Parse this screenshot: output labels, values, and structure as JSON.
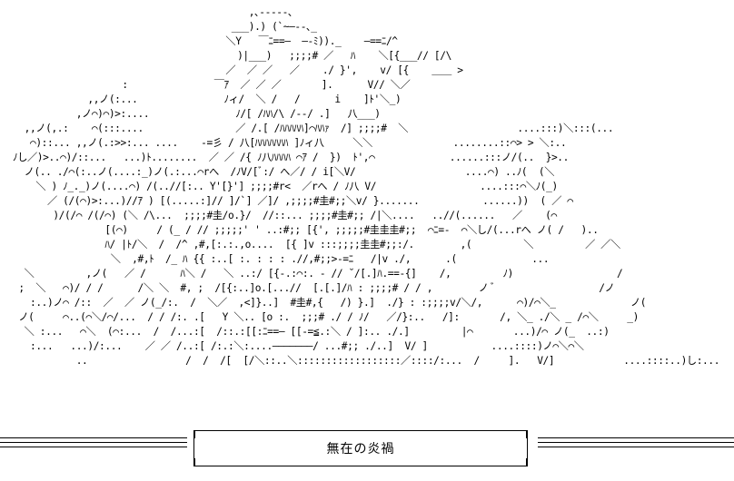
{
  "artwork": {
    "lines": [
      "                                         ,､-----､",
      "                                      ___).) (`~―--､_",
      "                                     ＼Y   ￣ﾆ==―  ―-ﾐ))._    ―==ﾆ/^",
      "                                       )|___)   ;;;;# ／   ﾊ    ＼[{___// [/\\",
      "                                     ／  ／ ／   ／    ./ }',    v/ [{    ＿＿ >",
      "                   :               ￣ｱ  ／ ／ ／       ].      V// ＼／",
      "             ,,ノ(:...               ﾉィ/  ＼ /   /      i    ]ﾄ'＼_)",
      "           ,ノ⌒)⌒)>:....               ﾉ/[ /ﾊﾊ/\\ /--/ .]   八___)",
      "  ,,ノ(,.:    ⌒(:::....                ／ /.[ /ﾊﾊﾊﾊﾊ]⌒ﾊﾊｧ  /] ;;;;#  ＼                   ....:::)＼:::(...",
      "   ⌒)::... ,,ノ(.:>>:... ....    -=彡 / 八[ﾊﾊﾊﾊﾊﾊﾊ ]ﾉィ八     ＼＼              ........::⌒> > ＼:..",
      "ﾉし／)>..⌒)/::...   ...)ﾄ........  ／ ／ /{ ﾉ八ﾊﾊﾊﾊ ⌒ｱ /  })  ﾄ',⌒             ......:::ノ/(..  }>..",
      "  ノ(.. ./⌒(:..ノ(....:_)ノ(.:...⌒rへ  /ﾉV/[ﾞ:/ へ／/ / i[＼V/                   ....⌒) ..ﾉ(  (＼",
      "    ＼ ) ﾉ_._)ノ(....⌒) /(..//[:.. Y'[}'] ;;;;#r<  ／rへ / ﾉ八 V/                  ....:::⌒＼ﾉ(_)",
      "      ／ (/(⌒)>:...)//ｱ ) [(.....:]// ]/`] ／]/ ,;;;;#圭#;;＼v/ }.......           ......))  ( ／ ⌒",
      "       )/(/⌒ /(/⌒) (＼ /\\...  ;;;;#圭/o.}/  //::... ;;;;#圭#;; /|＼....   ..//(......   ／    (⌒",
      "                [(⌒)     / (_ / // ;;;;;' ' ..:#;; [{', ;;;;;#圭圭圭#;;  ⌒ﾆ=-  ⌒＼し/(...rへ ノ( /   )..",
      "                ﾊ/ |ﾄ/＼  /  /^ ,#,[:.:.,o....  [{ ]v :::;;;;圭圭#;;:/.        ,(         ＼         ／ ／＼",
      "                 ＼  ,#,ﾄ  /_ ﾊ {{ :..[ :. : : : .//,#;;>-=ﾆ   /|v ./,      .(             ...",
      "  ＼         ,ノ(   ／ /      ﾊ＼ /   ＼ ..:/ [{-.:⌒:. - // ˘/[.]ﾊ.==-{]    /,         ﾉ)                  /",
      " ;  ＼   ⌒)/ / /      /＼ ＼  #, ;  /[{:..]o.[...//  [.[.]/ﾊ : ;;;;# / / ,        ノ ﾞ                  /ノ",
      "   :..)ノ⌒ /::  ／  ／ ノ(_/:.  /  ＼／  ,<]}..]  #圭#,{   /) }.]  ./} : :;;;;v/＼/,      ⌒)/⌒＼_             ノ(",
      " ノ(     ⌒..(⌒＼/⌒/...  / / /:. .[   Y ＼.. [o :.  ;;;# ./ / ﾉ/   ／/}:..   /]:       /, ＼_ ./＼ _ /⌒＼     _)",
      "  ＼ :...   ⌒＼  (⌒:...  /  /...:[  /::.:[[:ﾆ==― [[-=≦.:＼ / ]:.. ./.]         |⌒       ...)/⌒ ノ(_  ..:)",
      "   :...   ...)/:...    ／ ／ /..:[ /:.:＼:....―――――――/ ...#;; ./..]  V/ ]           ....::::)ノ⌒＼⌒＼",
      "           ..                 /  /  /[  [/＼::..＼::::::::::::::::::／::::/:...  /     ].   V/]            ....::::..)し:..."
    ]
  },
  "caption": {
    "text": "無在の炎禍"
  }
}
